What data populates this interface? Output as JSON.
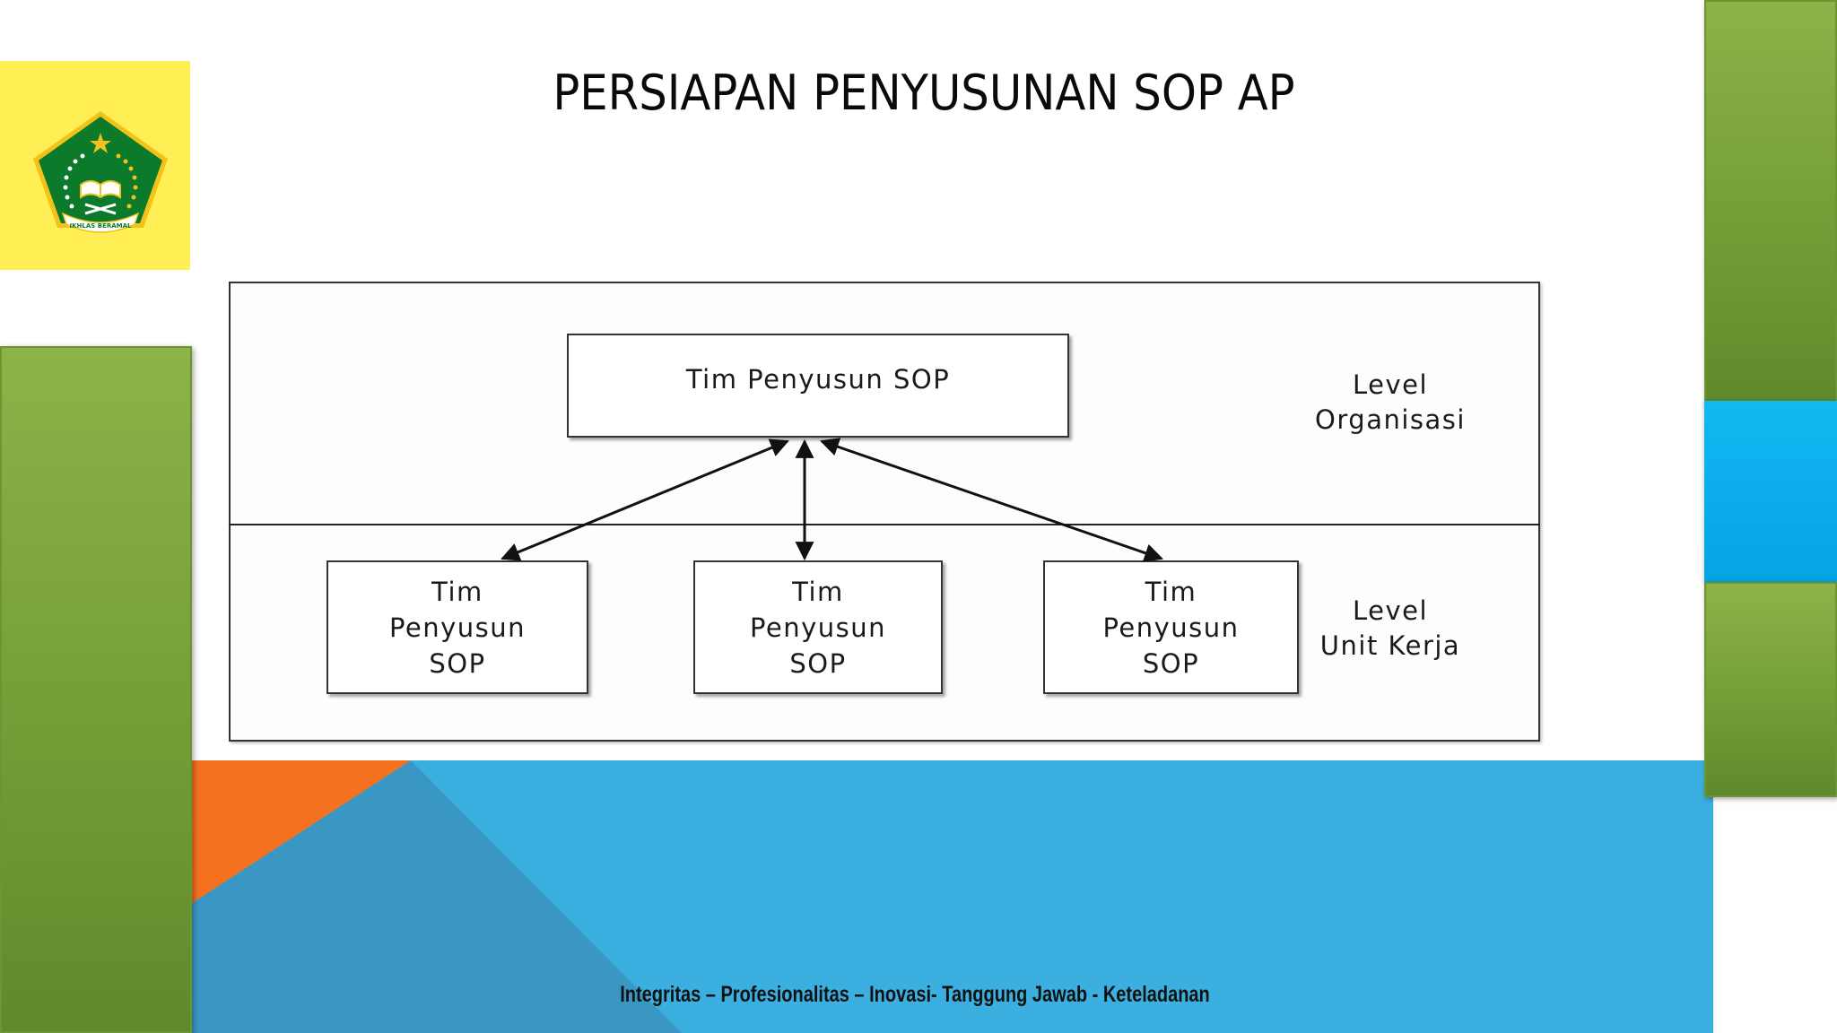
{
  "slide": {
    "title": "PERSIAPAN PENYUSUNAN SOP AP",
    "footer": "Integritas – Profesionalitas – Inovasi- Tanggung Jawab - Keteladanan"
  },
  "diagram": {
    "top_node": "Tim Penyusun SOP",
    "bottom_nodes": [
      "Tim\nPenyusun\nSOP",
      "Tim\nPenyusun\nSOP",
      "Tim\nPenyusun\nSOP"
    ],
    "levels": {
      "organization": "Level\nOrganisasi",
      "unit": "Level\nUnit Kerja"
    }
  },
  "logo": {
    "icon": "kementerian-agama-emblem-icon",
    "text": "IKHLAS BERAMAL"
  },
  "colors": {
    "green": "#77a23a",
    "blue": "#3bb0e0",
    "cyan_block": "#05a4e3",
    "orange": "#f47120",
    "yellow": "#ffef55",
    "emblem_green": "#0b7a2b",
    "emblem_gold": "#f2c21a"
  }
}
